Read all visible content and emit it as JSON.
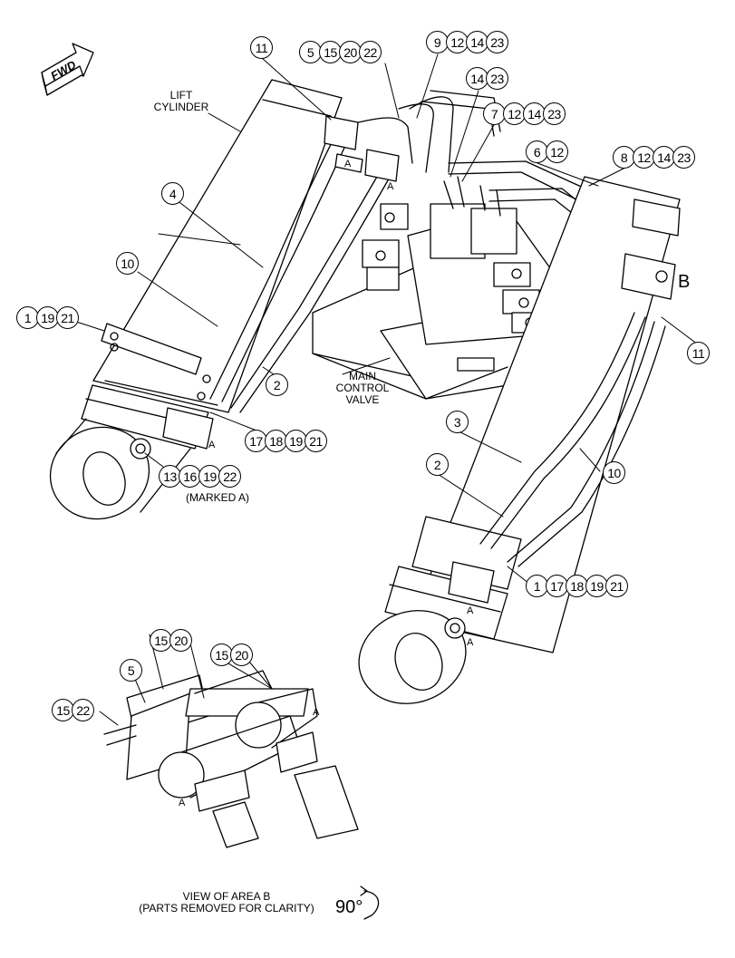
{
  "fwd_label": "FWD",
  "labels": {
    "lift_cylinder": "LIFT\nCYLINDER",
    "main_control_valve": "MAIN\nCONTROL\nVALVE",
    "marked_a": "(MARKED A)",
    "view_of_area_b": "VIEW OF AREA B\n(PARTS REMOVED FOR CLARITY)",
    "rotation": "90°",
    "area_b": "B",
    "marker_a": "A"
  },
  "callouts": [
    {
      "id": "c-11-top",
      "parts": [
        "11"
      ]
    },
    {
      "id": "c-5-15-20-22",
      "parts": [
        "5",
        "15",
        "20",
        "22"
      ]
    },
    {
      "id": "c-9-12-14-23",
      "parts": [
        "9",
        "12",
        "14",
        "23"
      ]
    },
    {
      "id": "c-14-23",
      "parts": [
        "14",
        "23"
      ]
    },
    {
      "id": "c-7-12-14-23",
      "parts": [
        "7",
        "12",
        "14",
        "23"
      ]
    },
    {
      "id": "c-6-12",
      "parts": [
        "6",
        "12"
      ]
    },
    {
      "id": "c-8-12-14-23",
      "parts": [
        "8",
        "12",
        "14",
        "23"
      ]
    },
    {
      "id": "c-4",
      "parts": [
        "4"
      ]
    },
    {
      "id": "c-10-left",
      "parts": [
        "10"
      ]
    },
    {
      "id": "c-1-19-21",
      "parts": [
        "1",
        "19",
        "21"
      ]
    },
    {
      "id": "c-2-left",
      "parts": [
        "2"
      ]
    },
    {
      "id": "c-17-18-19-21",
      "parts": [
        "17",
        "18",
        "19",
        "21"
      ]
    },
    {
      "id": "c-13-16-19-22",
      "parts": [
        "13",
        "16",
        "19",
        "22"
      ]
    },
    {
      "id": "c-11-right",
      "parts": [
        "11"
      ]
    },
    {
      "id": "c-3",
      "parts": [
        "3"
      ]
    },
    {
      "id": "c-2-right",
      "parts": [
        "2"
      ]
    },
    {
      "id": "c-10-right",
      "parts": [
        "10"
      ]
    },
    {
      "id": "c-1-17-18-19-21",
      "parts": [
        "1",
        "17",
        "18",
        "19",
        "21"
      ]
    },
    {
      "id": "c-15-20-a",
      "parts": [
        "15",
        "20"
      ]
    },
    {
      "id": "c-15-20-b",
      "parts": [
        "15",
        "20"
      ]
    },
    {
      "id": "c-5-inset",
      "parts": [
        "5"
      ]
    },
    {
      "id": "c-15-22",
      "parts": [
        "15",
        "22"
      ]
    }
  ]
}
